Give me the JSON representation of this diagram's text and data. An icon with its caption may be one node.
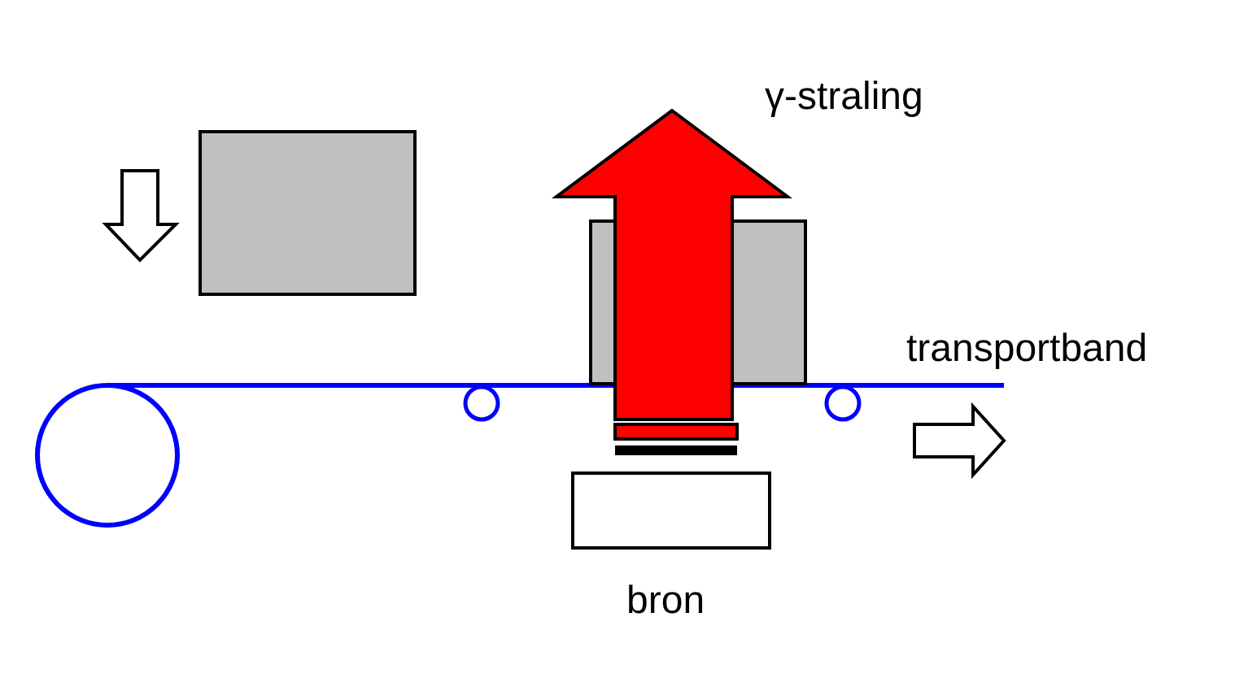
{
  "diagram": {
    "labels": [
      "γ-straling",
      "transportband",
      "bron"
    ]
  }
}
